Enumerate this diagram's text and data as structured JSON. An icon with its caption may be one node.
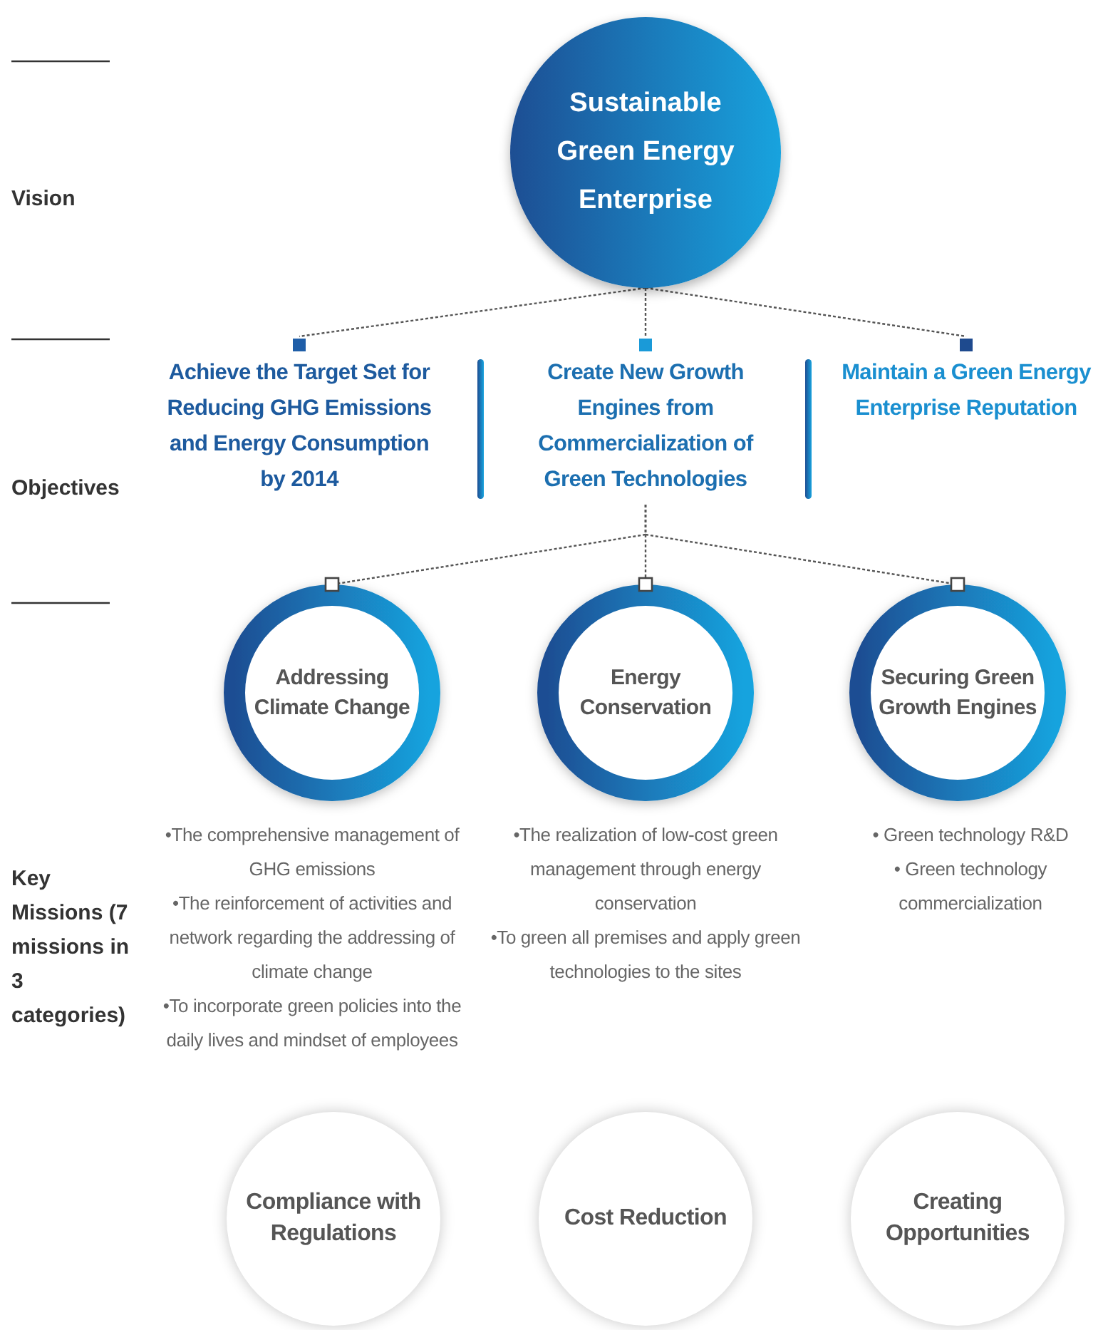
{
  "diagram": {
    "nodes": [
      {
        "text": [
          "Sustainable Green Energy Enterprise"
        ]
      },
      {
        "text": [
          "Achieve the Target Set for Reducing GHG Emissions and Energy Consumption by 2014"
        ]
      },
      {
        "text": [
          "Create New Growth Engines from Commercialization of Green Technologies"
        ]
      },
      {
        "text": [
          "Maintain a Green Energy Enterprise Reputation"
        ]
      },
      {
        "text": [
          "Addressing Climate Change"
        ],
        "beside": [
          "•The comprehensive management of GHG emissions",
          "•The reinforcement of activities and network regarding the addressing of climate change",
          "•To incorporate green policies into the daily lives and mindset of employees"
        ]
      },
      {
        "text": [
          "Energy Conservation"
        ],
        "beside": [
          "•The realization of low-cost green management through energy conservation",
          "•To green all premises and apply green technologies to the sites"
        ]
      },
      {
        "text": [
          "Securing Green Growth Engines"
        ],
        "beside": [
          "• Green technology R&D",
          "• Green technology commercialization"
        ]
      },
      {
        "text": [
          "Compliance with Regulations"
        ]
      },
      {
        "text": [
          "Cost Reduction"
        ]
      },
      {
        "text": [
          "Creating Opportunities"
        ]
      }
    ],
    "edges": [
      {
        "from": 0,
        "to": 1,
        "arrow": "none"
      },
      {
        "from": 0,
        "to": 2,
        "arrow": "none"
      },
      {
        "from": 0,
        "to": 3,
        "arrow": "none"
      },
      {
        "from": 2,
        "to": 4,
        "arrow": "none"
      },
      {
        "from": 2,
        "to": 5,
        "arrow": "none"
      },
      {
        "from": 2,
        "to": 6,
        "arrow": "none"
      }
    ],
    "labels": [
      "Vision",
      "Objectives",
      "Key Missions (7 missions in 3 categories)"
    ]
  }
}
